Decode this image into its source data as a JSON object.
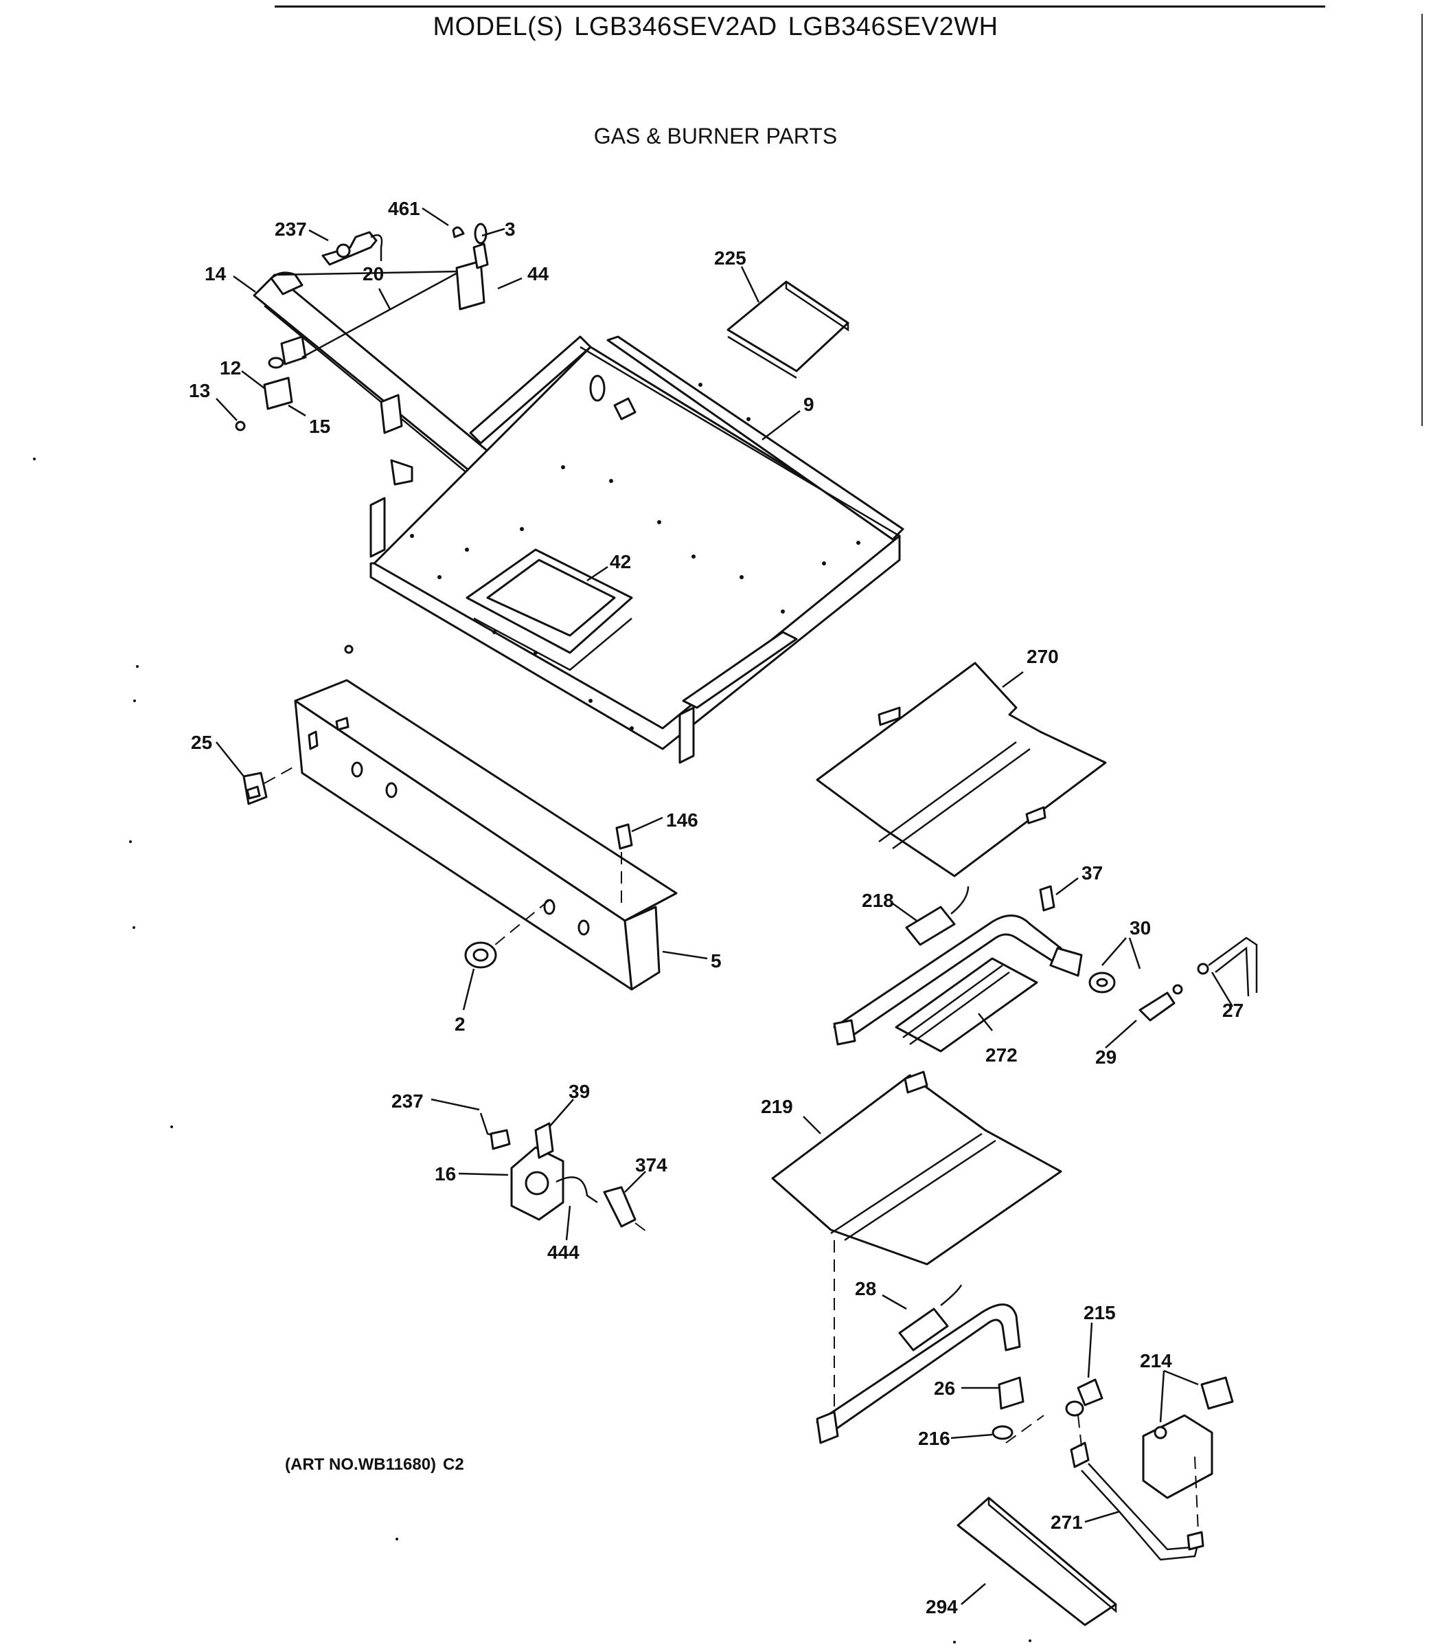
{
  "header": {
    "model_prefix": "MODEL(S)",
    "models": [
      "LGB346SEV2AD",
      "LGB346SEV2WH"
    ]
  },
  "section_title": "GAS & BURNER PARTS",
  "footer": {
    "art_no": "(ART NO.WB11680)",
    "code": "C2"
  },
  "callouts": [
    "461",
    "3",
    "237",
    "44",
    "14",
    "20",
    "225",
    "12",
    "13",
    "15",
    "9",
    "42",
    "270",
    "25",
    "146",
    "5",
    "2",
    "218",
    "37",
    "30",
    "27",
    "272",
    "29",
    "237",
    "39",
    "374",
    "219",
    "16",
    "444",
    "28",
    "215",
    "214",
    "26",
    "216",
    "271",
    "294"
  ]
}
